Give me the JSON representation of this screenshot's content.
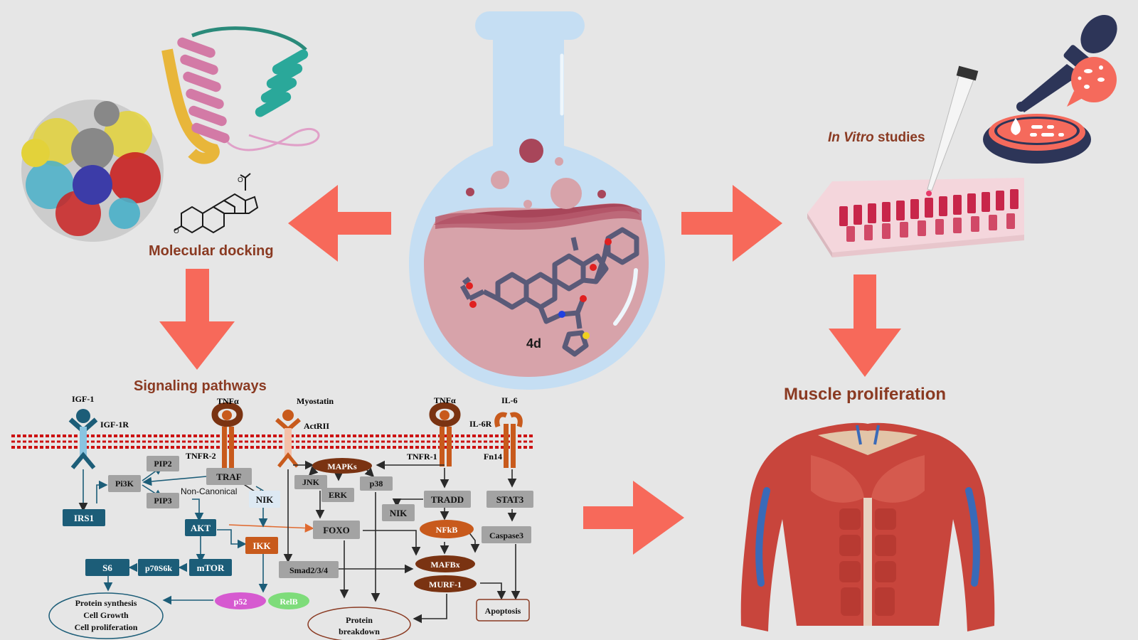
{
  "labels": {
    "molecular_docking": "Molecular docking",
    "signaling_pathways": "Signaling pathways",
    "in_vitro_italic": "In Vitro",
    "in_vitro_rest": " studies",
    "muscle_proliferation": "Muscle proliferation",
    "compound": "4d"
  },
  "pathway": {
    "igf1": "IGF-1",
    "igf1r": "IGF-1R",
    "tnfa_left": "TNFα",
    "tnfr2": "TNFR-2",
    "myostatin": "Myostatin",
    "actrii": "ActRII",
    "tnfa_right": "TNFα",
    "tnfr1": "TNFR-1",
    "il6": "IL-6",
    "il6r": "IL-6R",
    "fn14": "Fn14",
    "pip2": "PIP2",
    "pi3k": "Pi3K",
    "pip3": "PIP3",
    "traf": "TRAF",
    "non_canonical": "Non-Canonical",
    "nik_left": "NIK",
    "irs1": "IRS1",
    "akt": "AKT",
    "ikk": "IKK",
    "mapks": "MAPKs",
    "jnk": "JNK",
    "erk": "ERK",
    "p38": "p38",
    "foxo": "FOXO",
    "smad": "Smad2/3/4",
    "tradd": "TRADD",
    "nik_right": "NIK",
    "nfkb": "NFkB",
    "stat3": "STAT3",
    "caspase3": "Caspase3",
    "mafbx": "MAFBx",
    "murf1": "MURF-1",
    "apoptosis": "Apoptosis",
    "s6": "S6",
    "p70s6k": "p70S6k",
    "mtor": "mTOR",
    "p52": "p52",
    "relb": "RelB",
    "protein_synthesis_1": "Protein synthesis",
    "protein_synthesis_2": "Cell Growth",
    "protein_synthesis_3": "Cell proliferation",
    "protein_breakdown_1": "Protein",
    "protein_breakdown_2": "breakdown"
  },
  "colors": {
    "background": "#e6e6e6",
    "arrow": "#f7695a",
    "label_text": "#8a3a22",
    "flask": "#c5def3",
    "liquid": "#d7a3aa",
    "liquid_dark": "#a8465a",
    "membrane": "#cc1111",
    "blue_box": "#1c5d78",
    "gray_box": "#a3a3a3",
    "orange_box": "#c85a1c",
    "brown_oval": "#7a3312",
    "muscle": "#c8453c"
  },
  "icons": [
    "protein-structure-icon",
    "flask-icon",
    "well-plate-icon",
    "pipette-icon",
    "petri-dish-icon",
    "muscle-torso-icon"
  ]
}
